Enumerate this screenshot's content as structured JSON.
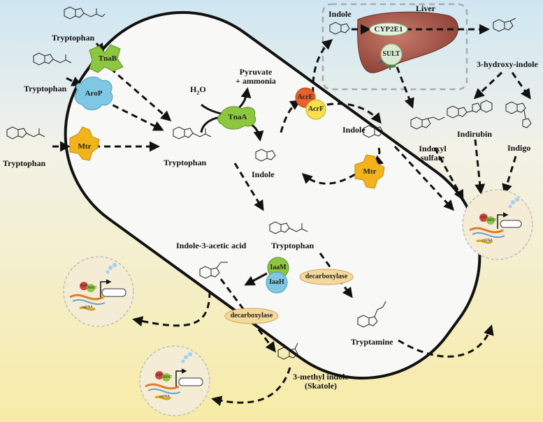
{
  "molecules": {
    "trp1": "Tryptophan",
    "trp2": "Tryptophan",
    "trp3": "Tryptophan",
    "trp_cell": "Tryptophan",
    "trp_center": "Tryptophan",
    "pyruvate": "Pyruvate\n+ ammonia",
    "water": "H",
    "water_sub": "2",
    "water_o": "O",
    "indole_cell": "Indole",
    "indole_liver": "Indole",
    "indole_out": "Indole",
    "iaa": "Indole-3-acetic acid",
    "skatole": "3-methyl indole\n(Skatole)",
    "tryptamine": "Tryptamine",
    "hydroxy_indole": "3-hydroxy-indole",
    "indirubin": "Indirubin",
    "indigo": "Indigo",
    "indoxyl": "Indoxyl\nsulfate"
  },
  "proteins": {
    "tnab": "TnaB",
    "arop": "AroP",
    "mtr1": "Mtr",
    "mtr2": "Mtr",
    "tnaa": "TnaA",
    "acre": "AcrE",
    "acrf": "AcrF",
    "iaam": "IaaM",
    "iaah": "IaaH",
    "decarb1": "decarboxylase",
    "decarb2": "decarboxylase"
  },
  "liver": {
    "title": "Liver",
    "cyp": "CYP2E1",
    "sult": "SULT"
  },
  "gene": {
    "mrna": "mRNA",
    "ahr": "AhR",
    "arnt": "ARNT"
  },
  "colors": {
    "tnab": "#8dc63f",
    "arop": "#7ec8e3",
    "mtr": "#f2b31b",
    "tnaa": "#8dc63f",
    "acre": "#e8602c",
    "acrf": "#f7e14b",
    "iaam": "#8dc63f",
    "iaah": "#7ec8e3",
    "decarb": "#f5d99a"
  }
}
